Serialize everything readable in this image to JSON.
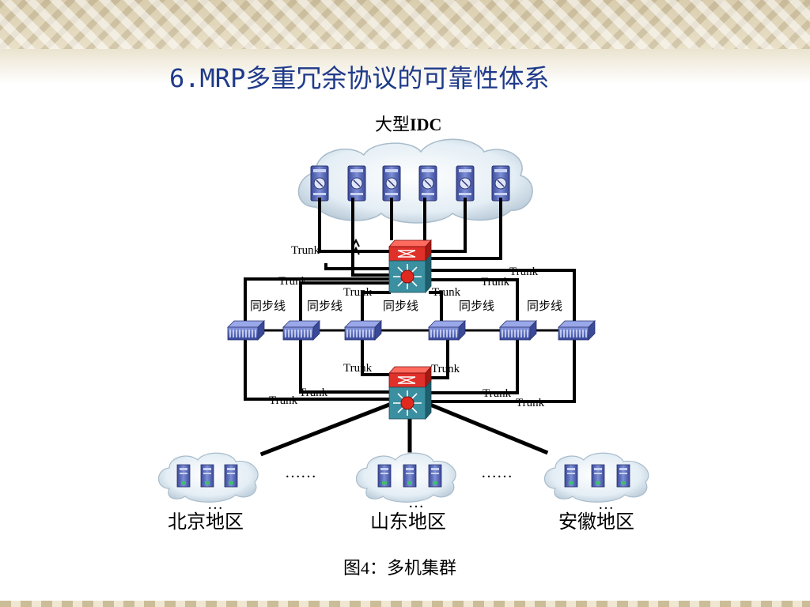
{
  "slide": {
    "title": "6.MRP多重冗余协议的可靠性体系",
    "caption": "图4：多机集群"
  },
  "idc": {
    "label_cn": "大型",
    "label_en": "IDC"
  },
  "trunk_label": "Trunk",
  "sync_label": "同步线",
  "regions": [
    {
      "name": "北京地区",
      "dots": "…"
    },
    {
      "name": "山东地区",
      "dots": "…"
    },
    {
      "name": "安徽地区",
      "dots": "…"
    }
  ],
  "ellipsis": "……",
  "colors": {
    "title": "#1f3a8a",
    "switch_red": "#e0302a",
    "switch_teal": "#2e7d8c",
    "server_blue": "#5566b0",
    "hub_blue": "#4a5db8"
  }
}
